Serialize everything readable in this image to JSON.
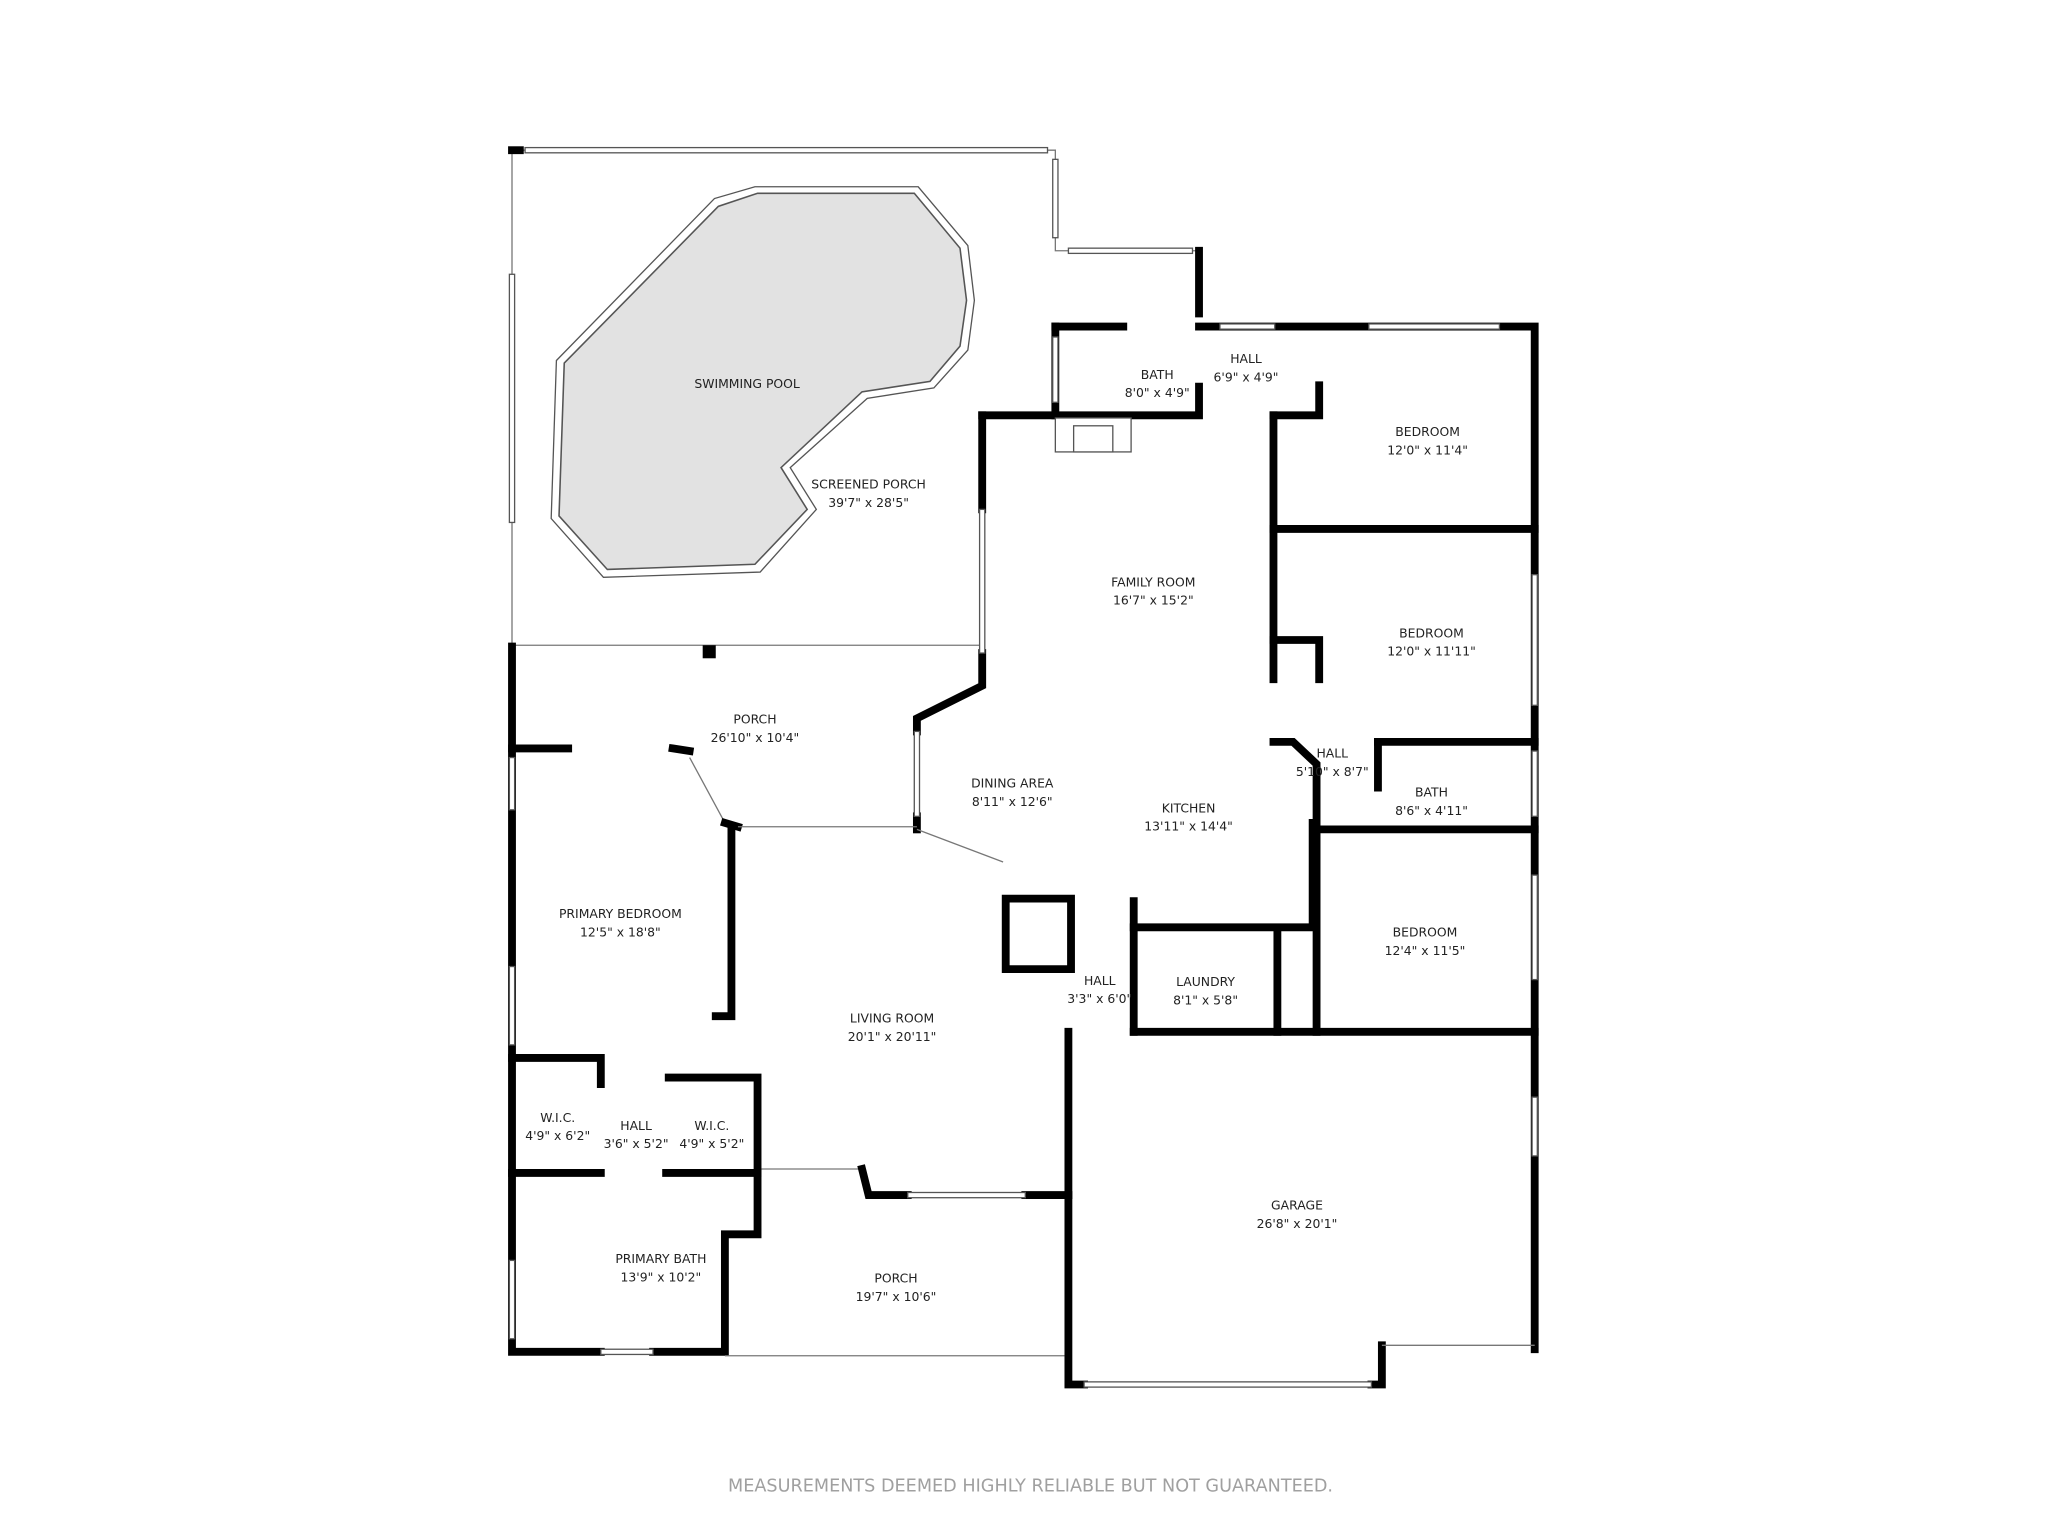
{
  "colors": {
    "wall": "#000000",
    "pool": "#e2e2e2",
    "footer_text": "#a0a0a0"
  },
  "rooms": [
    {
      "name": "SWIMMING POOL",
      "dims": ""
    },
    {
      "name": "SCREENED PORCH",
      "dims": "39'7\" x 28'5\""
    },
    {
      "name": "BATH",
      "dims": "8'0\" x 4'9\""
    },
    {
      "name": "HALL",
      "dims": "6'9\" x 4'9\""
    },
    {
      "name": "BEDROOM",
      "dims": "12'0\" x 11'4\""
    },
    {
      "name": "FAMILY ROOM",
      "dims": "16'7\" x 15'2\""
    },
    {
      "name": "BEDROOM",
      "dims": "12'0\" x 11'11\""
    },
    {
      "name": "PORCH",
      "dims": "26'10\" x 10'4\""
    },
    {
      "name": "DINING AREA",
      "dims": "8'11\" x 12'6\""
    },
    {
      "name": "HALL",
      "dims": "5'10\" x 8'7\""
    },
    {
      "name": "BATH",
      "dims": "8'6\" x 4'11\""
    },
    {
      "name": "KITCHEN",
      "dims": "13'11\" x 14'4\""
    },
    {
      "name": "PRIMARY BEDROOM",
      "dims": "12'5\" x 18'8\""
    },
    {
      "name": "BEDROOM",
      "dims": "12'4\" x 11'5\""
    },
    {
      "name": "LAUNDRY",
      "dims": "8'1\" x 5'8\""
    },
    {
      "name": "HALL",
      "dims": "3'3\" x 6'0\""
    },
    {
      "name": "LIVING ROOM",
      "dims": "20'1\" x 20'11\""
    },
    {
      "name": "W.I.C.",
      "dims": "4'9\" x 6'2\""
    },
    {
      "name": "HALL",
      "dims": "3'6\" x 5'2\""
    },
    {
      "name": "W.I.C.",
      "dims": "4'9\" x 5'2\""
    },
    {
      "name": "GARAGE",
      "dims": "26'8\" x 20'1\""
    },
    {
      "name": "PRIMARY BATH",
      "dims": "13'9\" x 10'2\""
    },
    {
      "name": "PORCH",
      "dims": "19'7\" x 10'6\""
    }
  ],
  "footer": "MEASUREMENTS DEEMED HIGHLY RELIABLE BUT NOT GUARANTEED."
}
